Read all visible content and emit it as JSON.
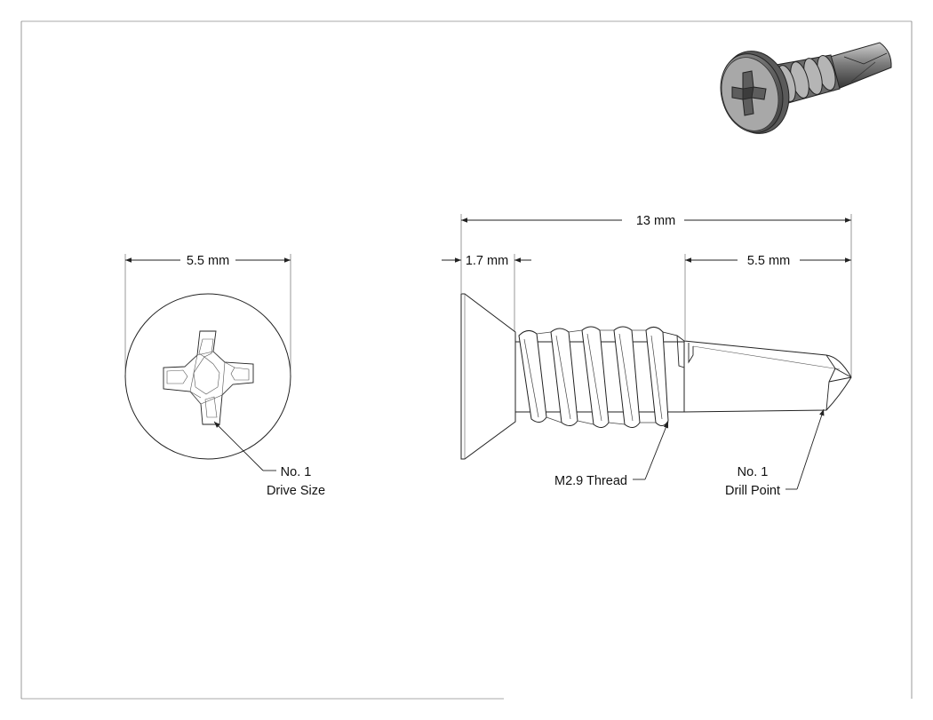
{
  "dimensions": {
    "head_diameter": "5.5 mm",
    "overall_length": "13 mm",
    "head_height": "1.7 mm",
    "drill_length": "5.5 mm"
  },
  "callouts": {
    "drive_line1": "No. 1",
    "drive_line2": "Drive Size",
    "thread": "M2.9 Thread",
    "point_line1": "No. 1",
    "point_line2": "Drill Point"
  }
}
